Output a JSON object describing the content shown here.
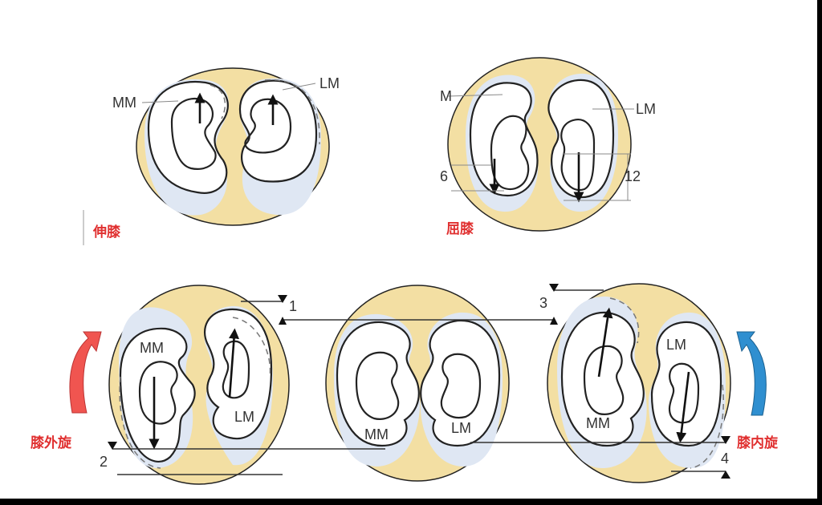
{
  "labels": {
    "mm": "MM",
    "lm": "LM",
    "m_partial": "M",
    "extension": "伸膝",
    "flexion": "屈膝",
    "external_rotation": "膝外旋",
    "internal_rotation": "膝内旋",
    "num_1": "1",
    "num_2": "2",
    "num_3": "3",
    "num_4": "4",
    "num_6": "6",
    "num_12": "12"
  },
  "colors": {
    "plate": "#f3dfa3",
    "meniscus_shade": "#dfe7f3",
    "label_red": "#e03030",
    "arrow_red": "#f05550",
    "arrow_blue": "#2f8fd0",
    "frame": "#000000"
  },
  "icons": {
    "external_rotation_arrow": "curved-arrow-up-right-icon",
    "internal_rotation_arrow": "curved-arrow-up-left-icon"
  }
}
